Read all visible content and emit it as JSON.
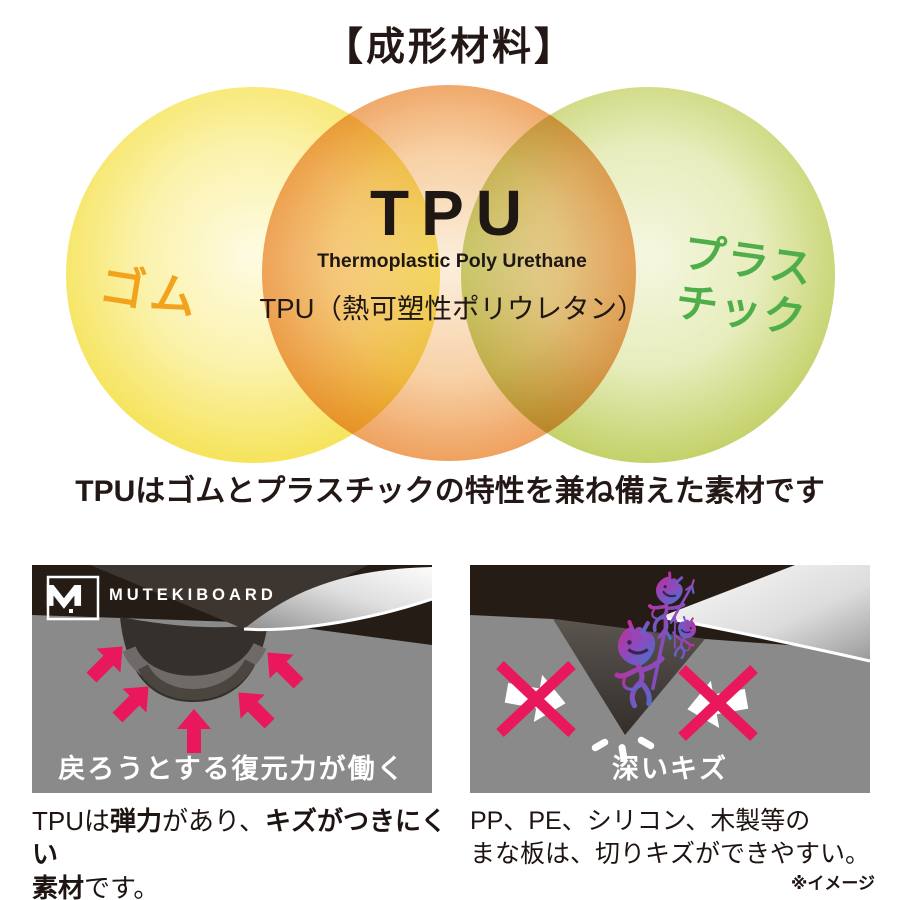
{
  "title": "【成形材料】",
  "venn": {
    "left_circle": {
      "label": "ゴム"
    },
    "center_circle": {
      "name": "TPU",
      "subtitle": "Thermoplastic Poly Urethane",
      "description": "TPU（熱可塑性ポリウレタン）"
    },
    "right_circle": {
      "label_line1": "プラス",
      "label_line2": "チック"
    }
  },
  "tagline": "TPUはゴムとプラスチックの特性を兼ね備えた素材です",
  "left_panel": {
    "brand": "MUTEKIBOARD",
    "caption": "戻ろうとする復元力が働く",
    "description": {
      "s1": "TPUは",
      "s2": "弾力",
      "s3": "があり、",
      "s4": "キズがつきにくい",
      "s5": "素材",
      "s6": "です。"
    }
  },
  "right_panel": {
    "caption": "深いキズ",
    "description_line1": "PP、PE、シリコン、木製等の",
    "description_line2": "まな板は、切りキズができやすい。",
    "note": "※イメージ"
  },
  "colors": {
    "accent-pink": "#E9185C",
    "rubber-label": "#F2A21C",
    "plastic-label": "#4FAE49",
    "text-dark": "#231815",
    "board-gray": "#8A8A8A",
    "panel-dark": "#261C16",
    "devil-magenta": "#C22E98",
    "devil-blue": "#3F77D0"
  }
}
